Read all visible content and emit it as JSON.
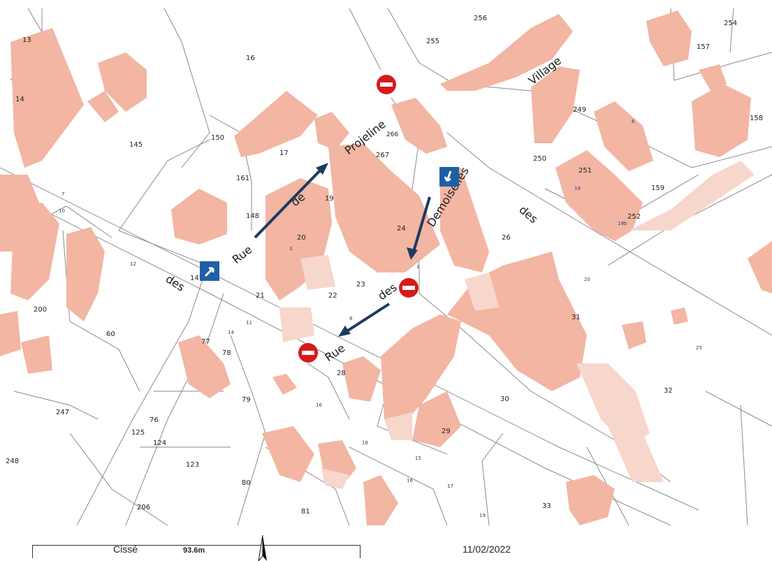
{
  "parcels": {
    "p13": "13",
    "p14": "14",
    "p16": "16",
    "p145": "145",
    "p150": "150",
    "p17": "17",
    "p161": "161",
    "p148": "148",
    "p147": "147",
    "p19": "19",
    "p20": "20",
    "p21": "21",
    "p22": "22",
    "p23": "23",
    "p24": "24",
    "p26": "26",
    "p266": "266",
    "p267": "267",
    "p255": "255",
    "p256": "256",
    "p254": "254",
    "p157": "157",
    "p158": "158",
    "p249": "249",
    "p250": "250",
    "p251": "251",
    "p252": "252",
    "p159": "159",
    "p31": "31",
    "p32": "32",
    "p30": "30",
    "p29": "29",
    "p28": "28",
    "p33": "33",
    "p200": "200",
    "p60": "60",
    "p77": "77",
    "p78": "78",
    "p79": "79",
    "p76": "76",
    "p125": "125",
    "p124": "124",
    "p123": "123",
    "p80": "80",
    "p81": "81",
    "p247": "247",
    "p248": "248",
    "p206": "206"
  },
  "street_numbers": [
    "7",
    "10",
    "12",
    "11",
    "14",
    "16",
    "18",
    "15",
    "16",
    "17",
    "19",
    "20",
    "25",
    "6",
    "8",
    "3",
    "1",
    "19",
    "19b"
  ],
  "streets": {
    "rue": "Rue",
    "de": "de",
    "projeline": "Projeline",
    "demoiselles": "Demoiselles",
    "des": "des",
    "village": "Village"
  },
  "signs": {
    "no_entry_color": "#d7191c",
    "direction_sign_color": "#1f5fa6",
    "arrow_color": "#1e3a5f"
  },
  "colors": {
    "building": "#f2b6a3",
    "building_light": "#f7d6cc",
    "parcel_line": "#8a8a8a"
  },
  "footer": {
    "place": "Cissé",
    "distance": "93.6m",
    "date": "11/02/2022"
  }
}
